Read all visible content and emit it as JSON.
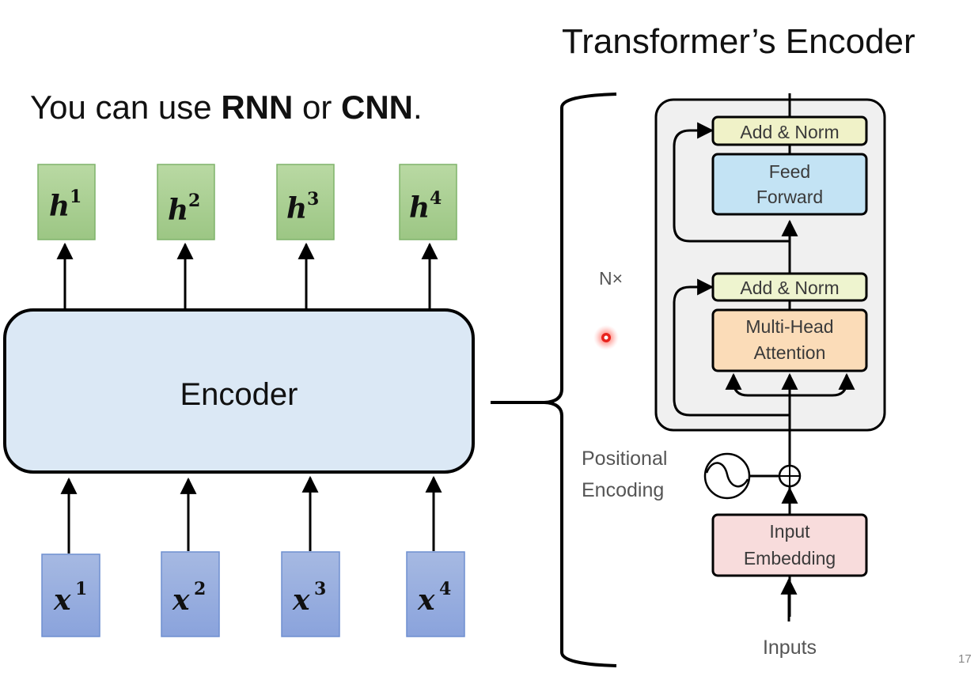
{
  "slide": {
    "left_title_plain": "You can use ",
    "left_title_bold1": "RNN",
    "left_title_mid": " or ",
    "left_title_bold2": "CNN",
    "left_title_end": ".",
    "right_title": "Transformer’s Encoder",
    "page_number": "17"
  },
  "encoder": {
    "label": "Encoder",
    "outputs": [
      {
        "base": "h",
        "sup": "1"
      },
      {
        "base": "h",
        "sup": "2"
      },
      {
        "base": "h",
        "sup": "3"
      },
      {
        "base": "h",
        "sup": "4"
      }
    ],
    "inputs": [
      {
        "base": "x",
        "sup": "1"
      },
      {
        "base": "x",
        "sup": "2"
      },
      {
        "base": "x",
        "sup": "3"
      },
      {
        "base": "x",
        "sup": "4"
      }
    ]
  },
  "transformer": {
    "repeat_label": "N×",
    "add_norm_top": "Add & Norm",
    "feed_forward_line1": "Feed",
    "feed_forward_line2": "Forward",
    "add_norm_bottom": "Add & Norm",
    "mha_line1": "Multi-Head",
    "mha_line2": "Attention",
    "pos_enc_line1": "Positional",
    "pos_enc_line2": "Encoding",
    "input_emb_line1": "Input",
    "input_emb_line2": "Embedding",
    "inputs_label": "Inputs"
  },
  "colors": {
    "output_box": "#a9d08e",
    "input_box": "#8eaadb",
    "encoder_fill": "#dbe8f5",
    "add_norm": "#f0f2c8",
    "feed_forward": "#c3e3f4",
    "mha": "#fbdcb8",
    "input_embedding": "#f8dcdc",
    "encoder_panel": "#f0f0f0",
    "laser_pointer": "#e8231c"
  }
}
